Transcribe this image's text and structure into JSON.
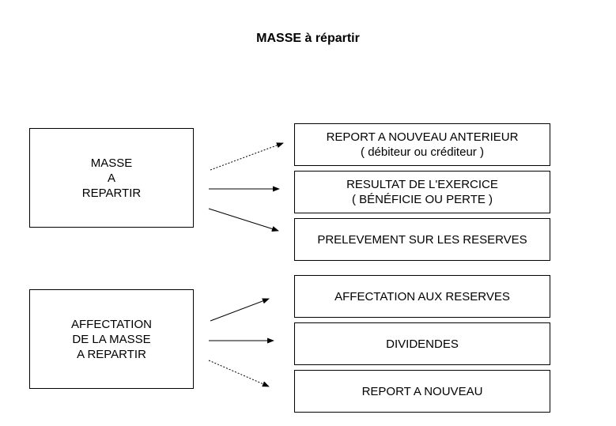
{
  "title": "MASSE à répartir",
  "source_boxes": [
    {
      "lines": [
        "MASSE",
        "A",
        "REPARTIR"
      ]
    },
    {
      "lines": [
        "AFFECTATION",
        "DE LA MASSE",
        "A REPARTIR"
      ]
    }
  ],
  "target_boxes": [
    {
      "lines": [
        "REPORT A NOUVEAU ANTERIEUR",
        "( débiteur ou créditeur )"
      ]
    },
    {
      "lines": [
        "RESULTAT DE L'EXERCICE",
        "( BÉNÉFICIE OU PERTE )"
      ]
    },
    {
      "lines": [
        "PRELEVEMENT SUR LES RESERVES"
      ]
    },
    {
      "lines": [
        "AFFECTATION AUX RESERVES"
      ]
    },
    {
      "lines": [
        "DIVIDENDES"
      ]
    },
    {
      "lines": [
        "REPORT A NOUVEAU"
      ]
    }
  ]
}
